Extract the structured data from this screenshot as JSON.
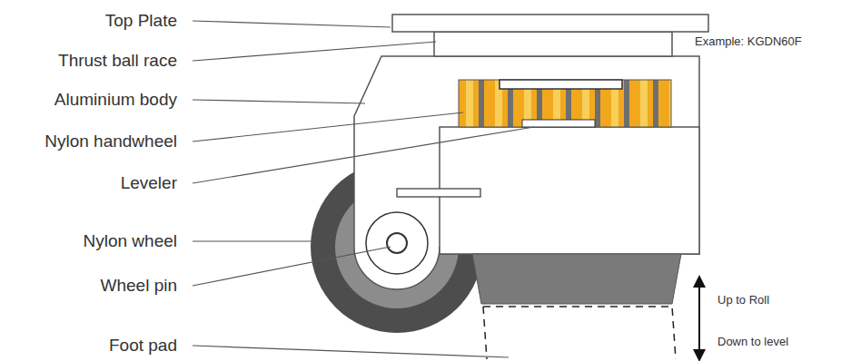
{
  "diagram": {
    "labels": [
      "Top Plate",
      "Thrust ball race",
      "Aluminium body",
      "Nylon handwheel",
      "Leveler",
      "Nylon wheel",
      "Wheel pin",
      "Foot pad",
      "Example: KGDN60F",
      "Up to Roll",
      "Down to level"
    ]
  }
}
